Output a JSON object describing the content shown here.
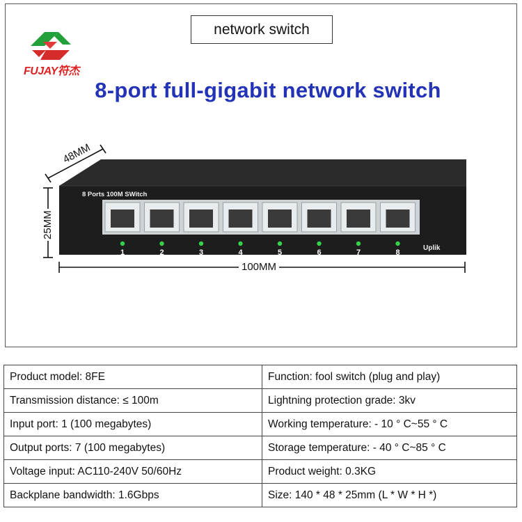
{
  "brand": {
    "name": "FUJAY符杰"
  },
  "header": {
    "title_box": "network switch",
    "headline": "8-port full-gigabit network switch"
  },
  "device": {
    "label": "8 Ports 100M SWitch",
    "ports": [
      "1",
      "2",
      "3",
      "4",
      "5",
      "6",
      "7",
      "8"
    ],
    "uplink_label": "Uplik",
    "led_color": "#36d14a"
  },
  "dimensions": {
    "depth": "48MM",
    "height": "25MM",
    "width": "100MM"
  },
  "specs": [
    [
      "Product model: 8FE",
      "Function: fool switch (plug and play)"
    ],
    [
      "Transmission distance: ≤ 100m",
      "Lightning protection grade: 3kv"
    ],
    [
      "Input port: 1 (100 megabytes)",
      "Working temperature: - 10 ° C~55 ° C"
    ],
    [
      "Output ports: 7 (100 megabytes)",
      "Storage temperature: - 40 ° C~85 ° C"
    ],
    [
      "Voltage input: AC110-240V 50/60Hz",
      "Product weight: 0.3KG"
    ],
    [
      "Backplane bandwidth: 1.6Gbps",
      "Size: 140 * 48 * 25mm (L * W * H *)"
    ]
  ]
}
